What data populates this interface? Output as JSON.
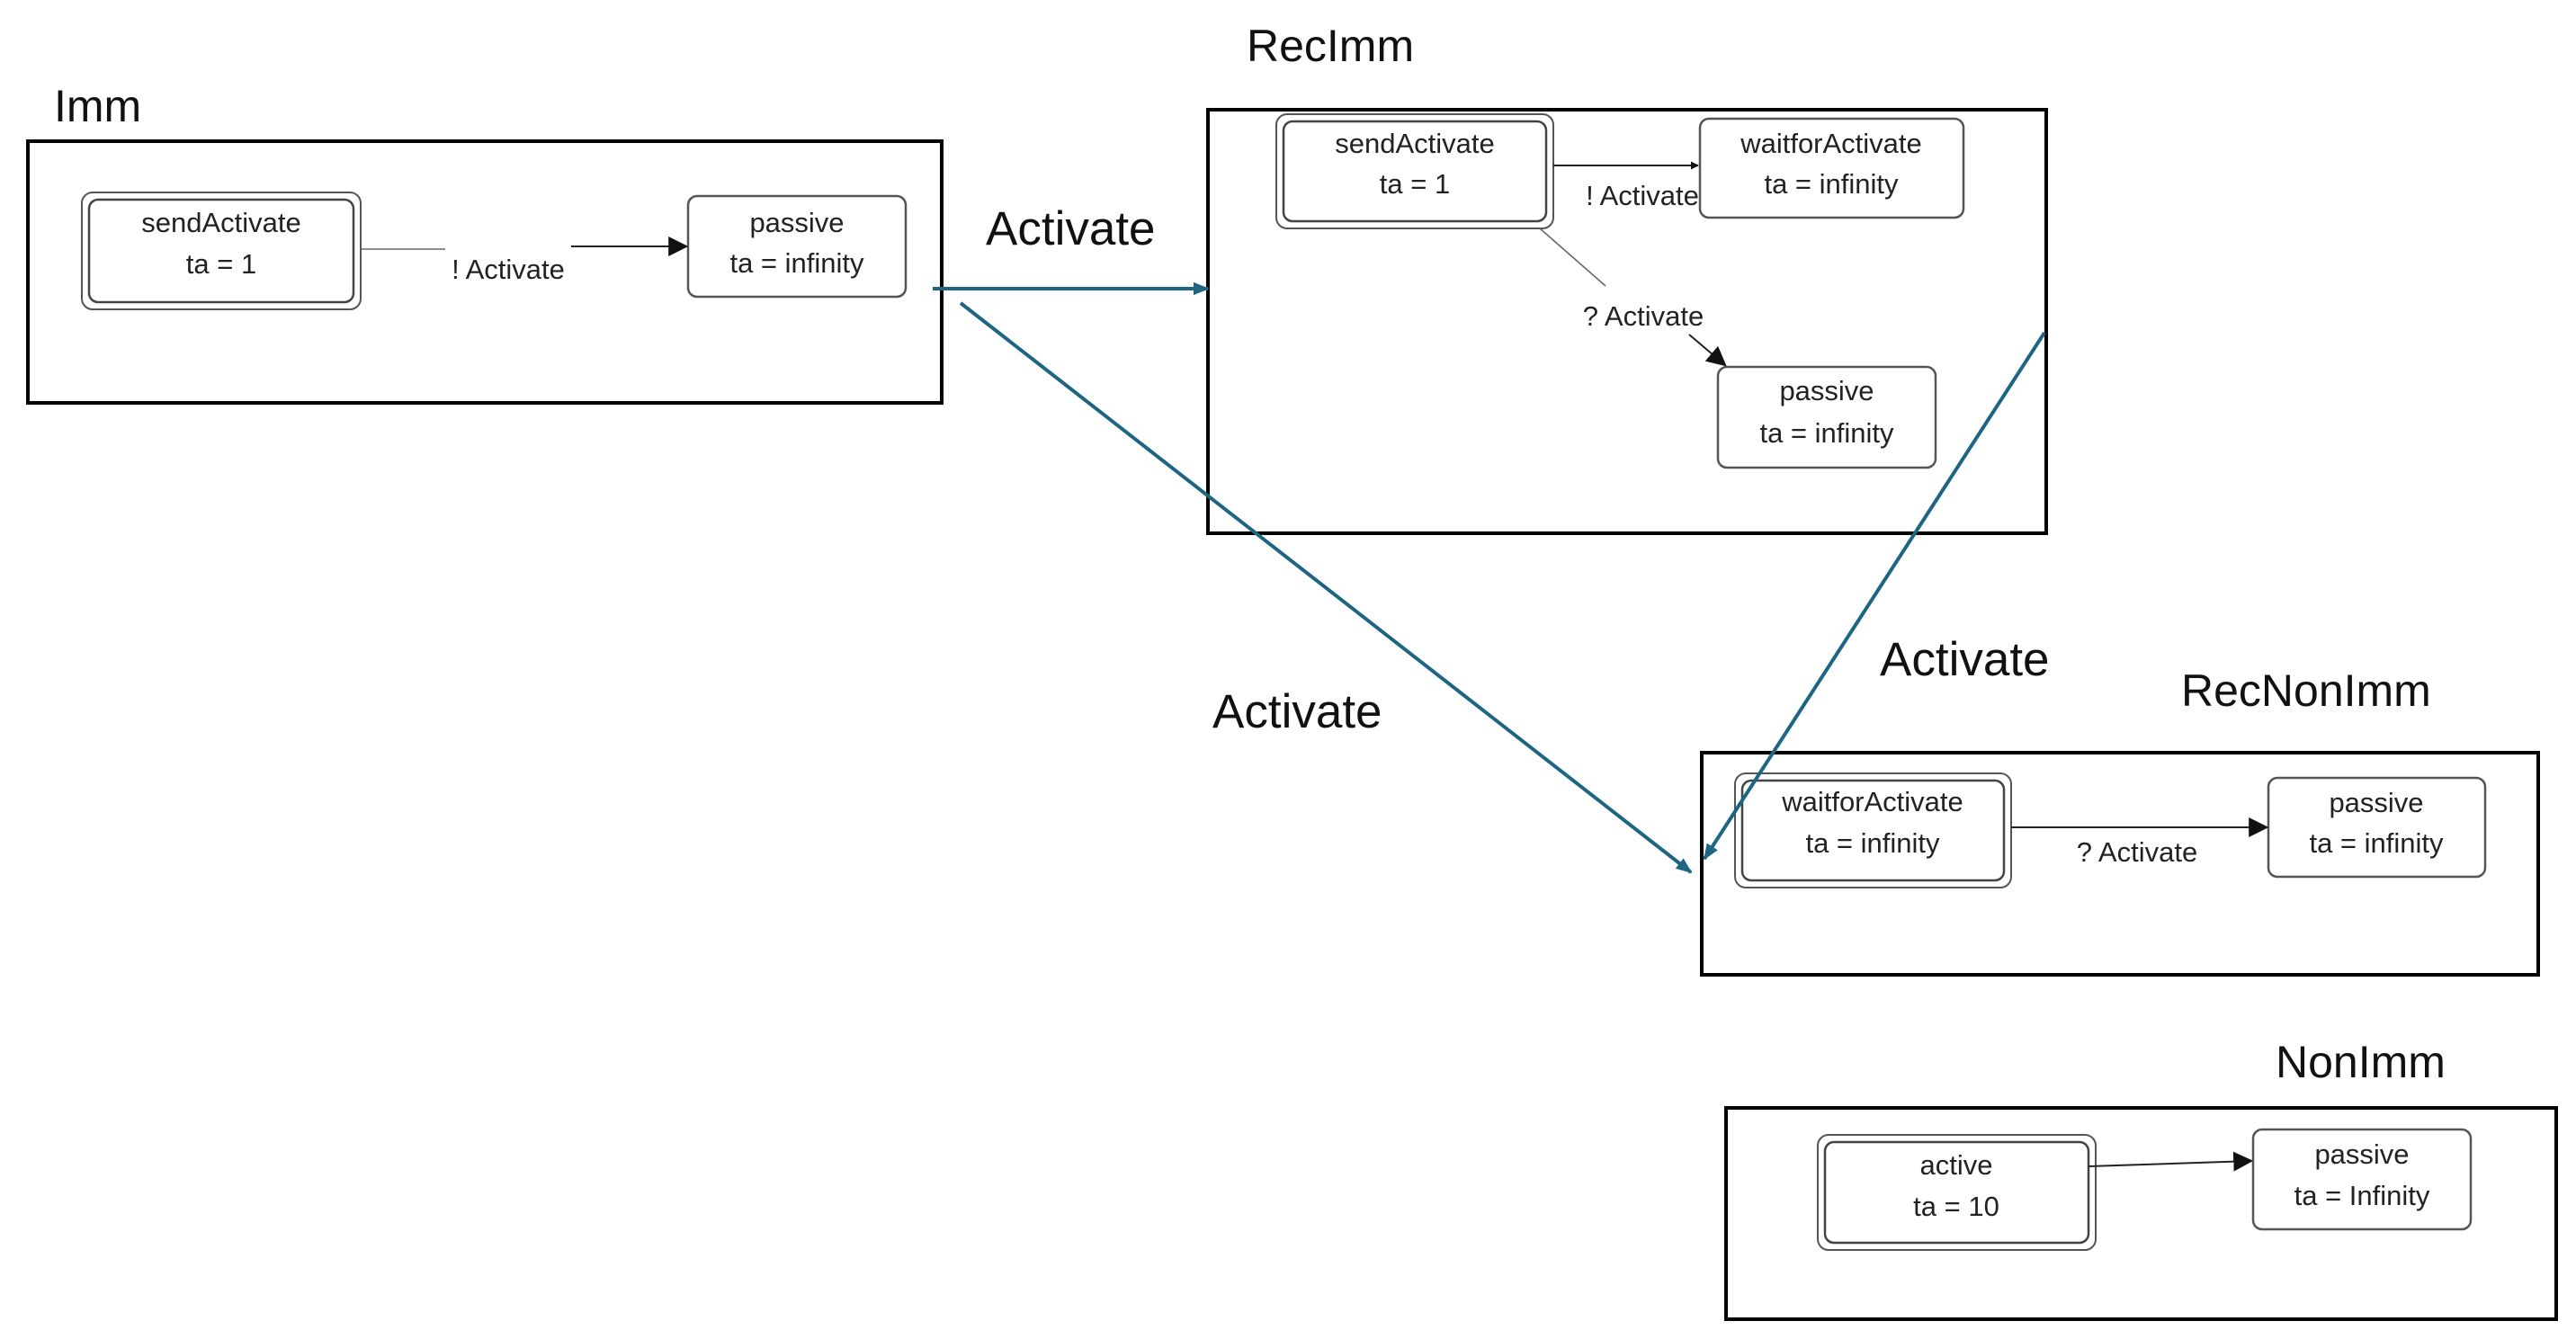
{
  "colors": {
    "coupling": "#1e6584",
    "box": "#000000",
    "state_border": "#555555"
  },
  "models": {
    "imm": {
      "title": "Imm",
      "state_initial": {
        "name": "sendActivate",
        "ta": "ta = 1"
      },
      "state_passive": {
        "name": "passive",
        "ta": "ta = infinity"
      },
      "transition": "! Activate"
    },
    "recimm": {
      "title": "RecImm",
      "state_initial": {
        "name": "sendActivate",
        "ta": "ta = 1"
      },
      "state_wait": {
        "name": "waitforActivate",
        "ta": "ta = infinity"
      },
      "state_passive": {
        "name": "passive",
        "ta": "ta = infinity"
      },
      "transition_out": "! Activate",
      "transition_in": "? Activate"
    },
    "recnonimm": {
      "title": "RecNonImm",
      "state_initial": {
        "name": "waitforActivate",
        "ta": "ta = infinity"
      },
      "state_passive": {
        "name": "passive",
        "ta": "ta = infinity"
      },
      "transition": "? Activate"
    },
    "nonimm": {
      "title": "NonImm",
      "state_initial": {
        "name": "active",
        "ta": "ta = 10"
      },
      "state_passive": {
        "name": "passive",
        "ta": "ta = Infinity"
      }
    }
  },
  "couplings": {
    "imm_to_recimm": "Activate",
    "imm_to_recnonimm": "Activate",
    "recimm_to_recnonimm": "Activate"
  }
}
